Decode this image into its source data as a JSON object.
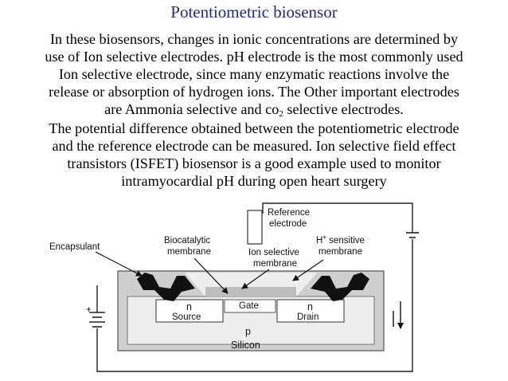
{
  "slide": {
    "title": "Potentiometric biosensor",
    "paragraph1": {
      "l1": "In these biosensors, changes in ionic concentrations are determined by",
      "l2": "use of Ion selective electrodes. pH electrode is the most commonly used",
      "l3": "Ion selective electrode, since many enzymatic reactions involve the",
      "l4": "release or absorption of hydrogen ions. The Other important electrodes",
      "l5a": "are Ammonia selective and co",
      "l5sub": "2",
      "l5b": " selective electrodes."
    },
    "paragraph2": {
      "l1": "The potential difference obtained between the potentiometric electrode",
      "l2": "and the reference electrode can be measured. Ion selective field effect",
      "l3": "transistors (ISFET) biosensor is a good example used to monitor",
      "l4": "intramyocardial pH during open heart surgery"
    }
  },
  "diagram": {
    "reference_electrode_1": "Reference",
    "reference_electrode_2": "electrode",
    "encapsulant": "Encapsulant",
    "biocatalytic_1": "Biocatalytic",
    "biocatalytic_2": "membrane",
    "ion_selective_1": "Ion selective",
    "ion_selective_2": "membrane",
    "h_sensitive_sup": "+",
    "h_sensitive_1b": " sensitive",
    "h_sensitive_1a": "H",
    "h_sensitive_2": "membrane",
    "gate": "Gate",
    "source_n": "n",
    "source": "Source",
    "drain_n": "n",
    "drain": "Drain",
    "p": "p",
    "silicon": "Silicon",
    "plus": "+"
  }
}
